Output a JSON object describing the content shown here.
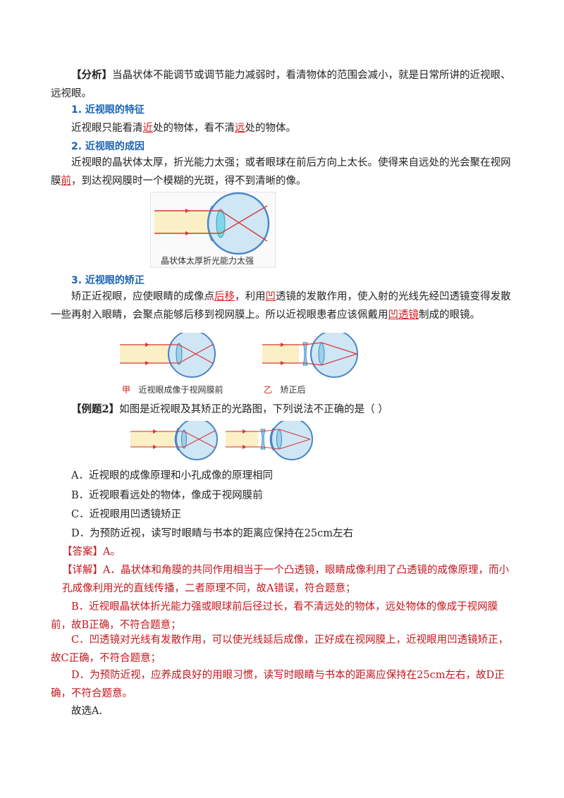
{
  "analysis": {
    "label": "【分析】",
    "text": "当晶状体不能调节或调节能力减弱时，看清物体的范围会减小，就是日常所讲的近视眼、远视眼。"
  },
  "section1": {
    "heading": "1. 近视眼的特征",
    "t1": "近视眼只能看清",
    "k1": "近",
    "t2": "处的物体，看不清",
    "k2": "远",
    "t3": "处的物体。"
  },
  "section2": {
    "heading": "2. 近视眼的成因",
    "t1": "近视眼的晶状体太厚，折光能力太强；或者眼球在前后方向上太长。使得来自远处的光会聚在视网膜",
    "k1": "前",
    "t2": "，到达视网膜时一个模糊的光斑，得不到清晰的像。",
    "figure_caption": "晶状体太厚折光能力太强"
  },
  "section3": {
    "heading": "3. 近视眼的矫正",
    "t1": "矫正近视眼，应使眼睛的成像点",
    "k1": "后移",
    "t2": "，利用",
    "k2": "凹",
    "t3": "透镜的发散作用，使入射的光线先经凹透镜变得发散一些再射入眼睛，会聚点能够后移到视网膜上。所以近视眼患者应该佩戴用",
    "k3": "凹透镜",
    "t4": "制成的眼镜。",
    "fig_a_label": "甲",
    "fig_a_caption": "近视眼成像于视网膜前",
    "fig_b_label": "乙",
    "fig_b_caption": "矫正后"
  },
  "example": {
    "label": "【例题2】",
    "question": "如图是近视眼及其矫正的光路图，下列说法不正确的是（    ）",
    "options": [
      "A．近视眼的成像原理和小孔成像的原理相同",
      "B．近视眼看远处的物体，像成于视网膜前",
      "C．近视眼用凹透镜矫正",
      "D．为预防近视，读写时眼睛与书本的距离应保持在25cm左右"
    ]
  },
  "answer": {
    "label": "【答案】",
    "value": "A。"
  },
  "explanation": {
    "label": "【详解】",
    "a": "A．晶状体和角膜的共同作用相当于一个凸透镜，眼睛成像利用了凸透镜的成像原理，而小孔成像利用光的直线传播，二者原理不同，故A错误，符合题意；",
    "b": "B．近视眼晶状体折光能力强或眼球前后径过长，看不清远处的物体，远处物体的像成于视网膜前，故B正确，不符合题意；",
    "c": "C．凹透镜对光线有发散作用，可以使光线延后成像，正好成在视网膜上，近视眼用凹透镜矫正，故C正确，不符合题意；",
    "d": "D．为预防近视，应养成良好的用眼习惯，读写时眼睛与书本的距离应保持在25cm左右，故D正确，不符合题意。",
    "conclusion": "故选A."
  },
  "colors": {
    "heading": "#1a63b5",
    "keyword": "#d21f1f",
    "explanation": "#c4161c",
    "eye_fill": "#cfe6f5",
    "eye_stroke": "#4a86c8",
    "ray": "#d93a3a",
    "beam": "#fbefc6"
  }
}
